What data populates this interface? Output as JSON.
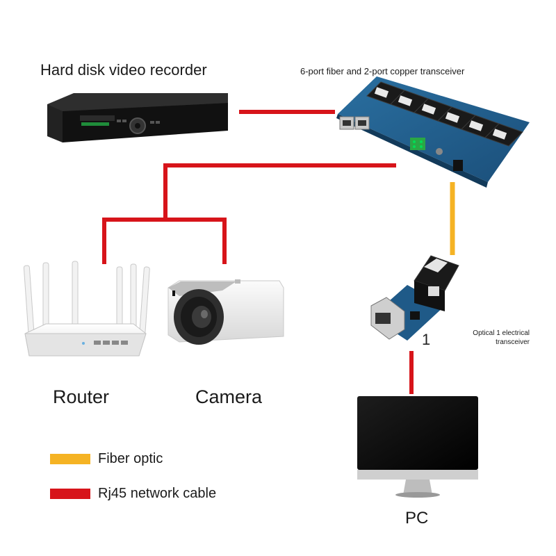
{
  "colors": {
    "fiber": "#F5B324",
    "rj45": "#D7141A"
  },
  "devices": {
    "nvr": {
      "label": "Hard disk video recorder",
      "icon": "nvr-device"
    },
    "switch": {
      "label": "6-port fiber and 2-port copper transceiver",
      "icon": "fiber-switch-board"
    },
    "router": {
      "label": "Router",
      "icon": "wifi-router"
    },
    "camera": {
      "label": "Camera",
      "icon": "bullet-camera"
    },
    "media_converter": {
      "label": "Optical 1 electrical transceiver",
      "port_mark": "1",
      "icon": "media-converter"
    },
    "pc": {
      "label": "PC",
      "icon": "monitor"
    }
  },
  "legend": [
    {
      "text": "Fiber optic",
      "color": "#F5B324"
    },
    {
      "text": "Rj45 network cable",
      "color": "#D7141A"
    }
  ]
}
